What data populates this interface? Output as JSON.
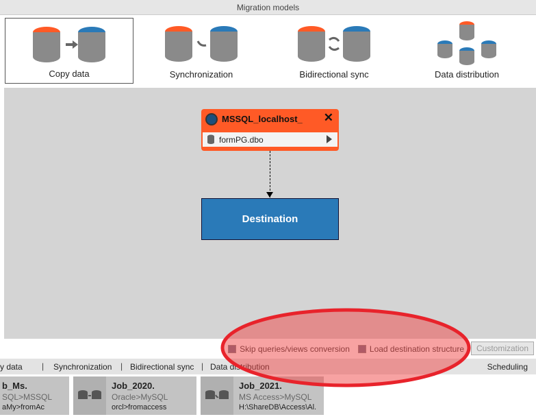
{
  "header": {
    "title": "Migration models"
  },
  "models": [
    {
      "label": "Copy data",
      "selected": true
    },
    {
      "label": "Synchronization"
    },
    {
      "label": "Bidirectional sync"
    },
    {
      "label": "Data distribution"
    }
  ],
  "canvas": {
    "source": {
      "title": "MSSQL_localhost_",
      "schema": "formPG.dbo"
    },
    "destination": {
      "label": "Destination"
    }
  },
  "options": {
    "skip": "Skip queries/views conversion",
    "load": "Load destination structure",
    "customization": "Customization"
  },
  "tabs": [
    "y data",
    "Synchronization",
    "Bidirectional sync",
    "Data distribution"
  ],
  "scheduling": "Scheduling",
  "jobs": [
    {
      "name": "b_Ms.",
      "models": "SQL>MSSQL",
      "path": "aMy>fromAc"
    },
    {
      "name": "Job_2020.",
      "models": "Oracle>MySQL",
      "path": "orcl>fromaccess"
    },
    {
      "name": "Job_2021.",
      "models": "MS Access>MySQL",
      "path": "H:\\ShareDB\\Access\\Al."
    }
  ],
  "colors": {
    "source": "#ff5a26",
    "destination": "#2a7ab8",
    "highlight": "#e8232b"
  }
}
